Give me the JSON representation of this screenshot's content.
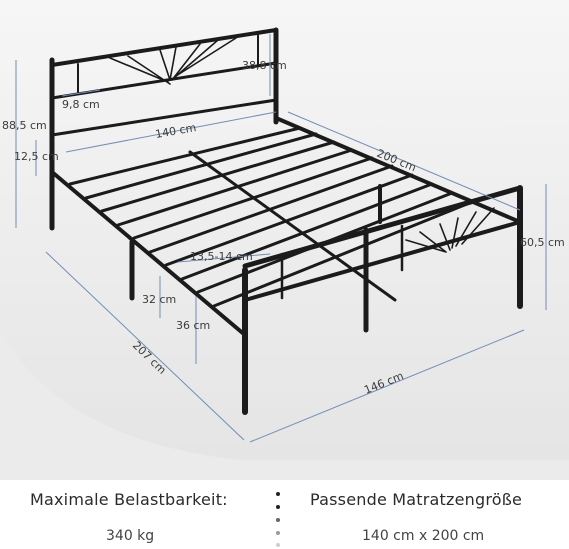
{
  "dimensions": {
    "headboard_height": "38,8 cm",
    "head_post_gap": "9,8 cm",
    "total_height": "88,5 cm",
    "width_inner": "140 cm",
    "length_inner": "200 cm",
    "leg_top": "12,5 cm",
    "footboard_height": "60,5 cm",
    "slat_gap": "13,5-14 cm",
    "under_bed_low": "32 cm",
    "under_bed_high": "36 cm",
    "total_length": "207 cm",
    "total_width": "146 cm"
  },
  "info": {
    "left_title": "Maximale Belastbarkeit:",
    "left_value": "340 kg",
    "right_title": "Passende Matratzengröße",
    "right_value": "140 cm x 200 cm"
  },
  "colors": {
    "background_top": "#f4f4f4",
    "background_bottom": "#e6e6e6",
    "frame": "#1b1b1b",
    "dimension_line": "#6f8fb6",
    "dot_dark": "#222222",
    "dot_light": "#cfcfcf"
  }
}
